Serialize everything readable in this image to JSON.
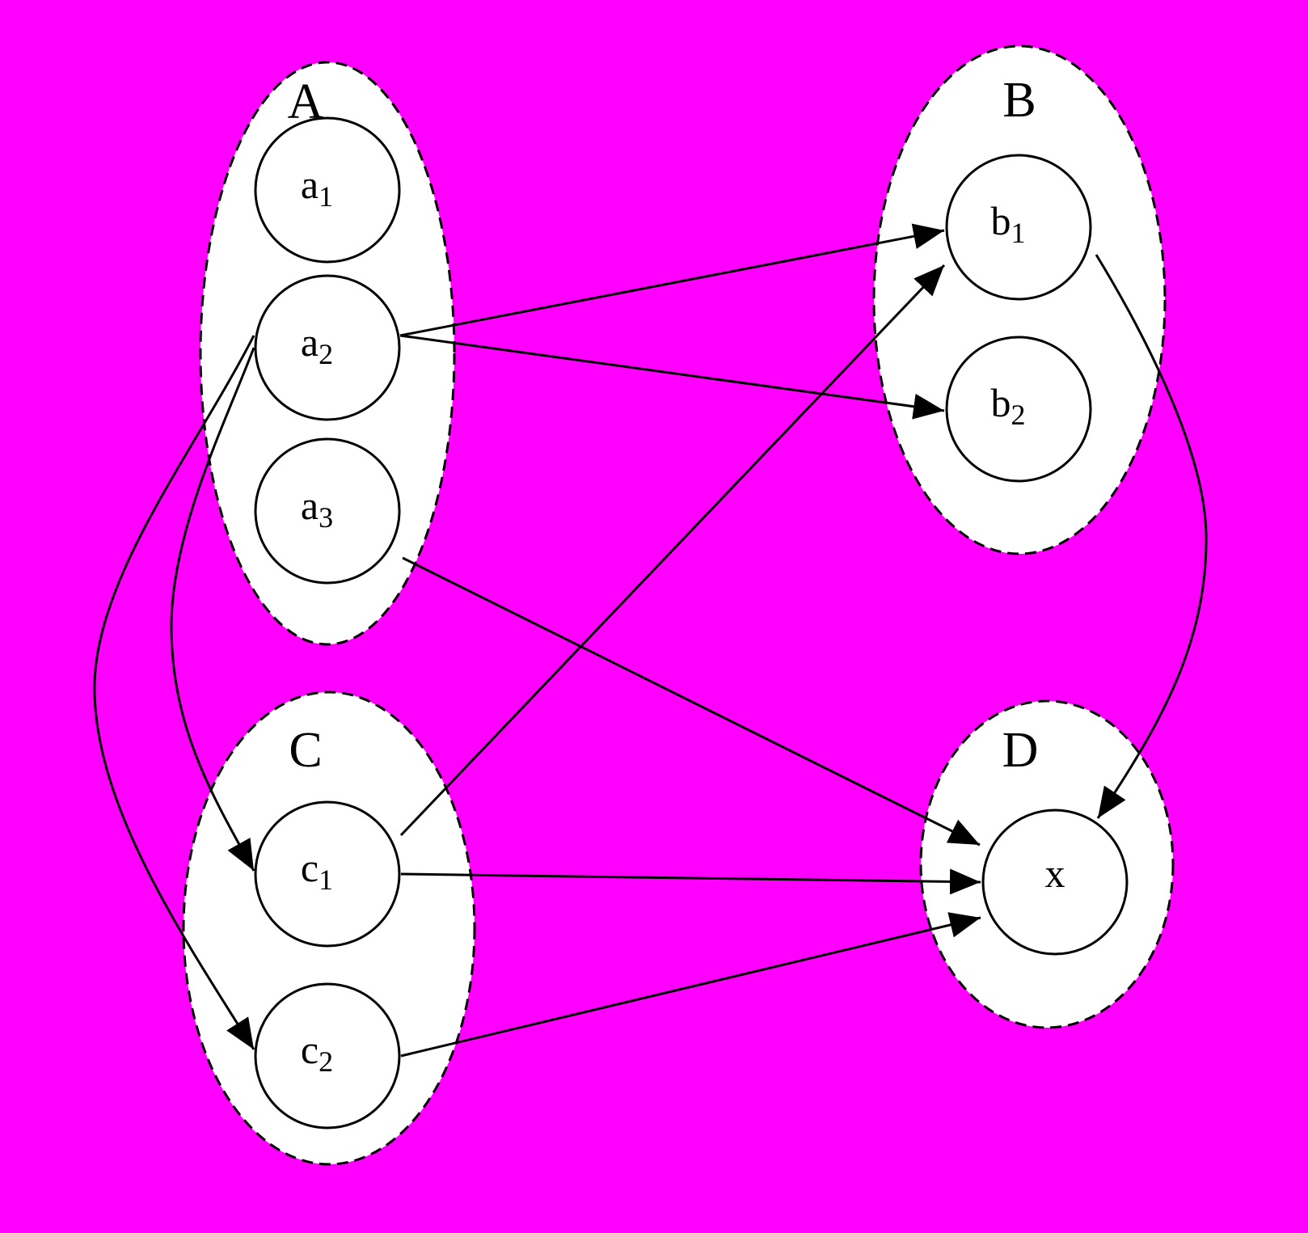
{
  "colors": {
    "background": "#FF00FF",
    "group_fill": "#FFFFFF",
    "stroke": "#000000"
  },
  "groups": [
    {
      "id": "A",
      "label": "A"
    },
    {
      "id": "B",
      "label": "B"
    },
    {
      "id": "C",
      "label": "C"
    },
    {
      "id": "D",
      "label": "D"
    }
  ],
  "nodes": [
    {
      "id": "a1",
      "base": "a",
      "sub": "1"
    },
    {
      "id": "a2",
      "base": "a",
      "sub": "2"
    },
    {
      "id": "a3",
      "base": "a",
      "sub": "3"
    },
    {
      "id": "b1",
      "base": "b",
      "sub": "1"
    },
    {
      "id": "b2",
      "base": "b",
      "sub": "2"
    },
    {
      "id": "c1",
      "base": "c",
      "sub": "1"
    },
    {
      "id": "c2",
      "base": "c",
      "sub": "2"
    },
    {
      "id": "x",
      "base": "x",
      "sub": ""
    }
  ],
  "edges": [
    {
      "from": "a2",
      "to": "b1"
    },
    {
      "from": "a2",
      "to": "b2"
    },
    {
      "from": "a2",
      "to": "c1"
    },
    {
      "from": "a2",
      "to": "c2"
    },
    {
      "from": "a3",
      "to": "x"
    },
    {
      "from": "c1",
      "to": "b1"
    },
    {
      "from": "c1",
      "to": "x"
    },
    {
      "from": "c2",
      "to": "x"
    },
    {
      "from": "b1",
      "to": "x"
    }
  ]
}
